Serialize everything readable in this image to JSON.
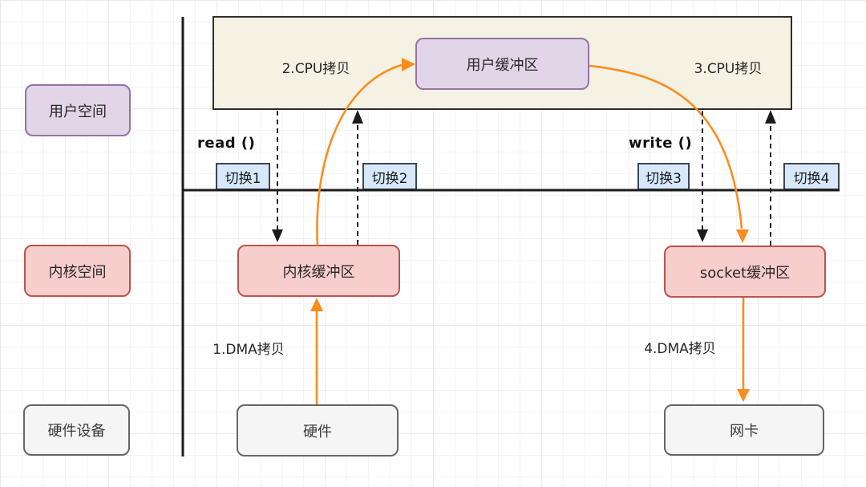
{
  "palette": {
    "purple-fill": "#E1D5E7",
    "purple-stroke": "#9673A6",
    "red-fill": "#F8CECC",
    "red-stroke": "#B85450",
    "gray-fill": "#F5F5F5",
    "gray-stroke": "#666666",
    "blue-fill": "#D7E8FB",
    "blue-stroke": "#3C4650",
    "band-fill": "#F5F1E3",
    "band-stroke": "#2E2E2E",
    "orange": "#FB8C1E",
    "line-black": "#1C1C1C"
  },
  "lanes": {
    "user": {
      "label": "用户空间"
    },
    "kernel": {
      "label": "内核空间"
    },
    "hardware": {
      "label": "硬件设备"
    }
  },
  "nodes": {
    "user_buffer": "用户缓冲区",
    "kernel_buffer": "内核缓冲区",
    "socket_buffer": "socket缓冲区",
    "hardware": "硬件",
    "nic": "网卡"
  },
  "steps": {
    "dma_copy_1": "1.DMA拷贝",
    "cpu_copy_2": "2.CPU拷贝",
    "cpu_copy_3": "3.CPU拷贝",
    "dma_copy_4": "4.DMA拷贝"
  },
  "syscalls": {
    "read": "read ()",
    "write": "write ()"
  },
  "switches": [
    "切换1",
    "切换2",
    "切换3",
    "切换4"
  ]
}
